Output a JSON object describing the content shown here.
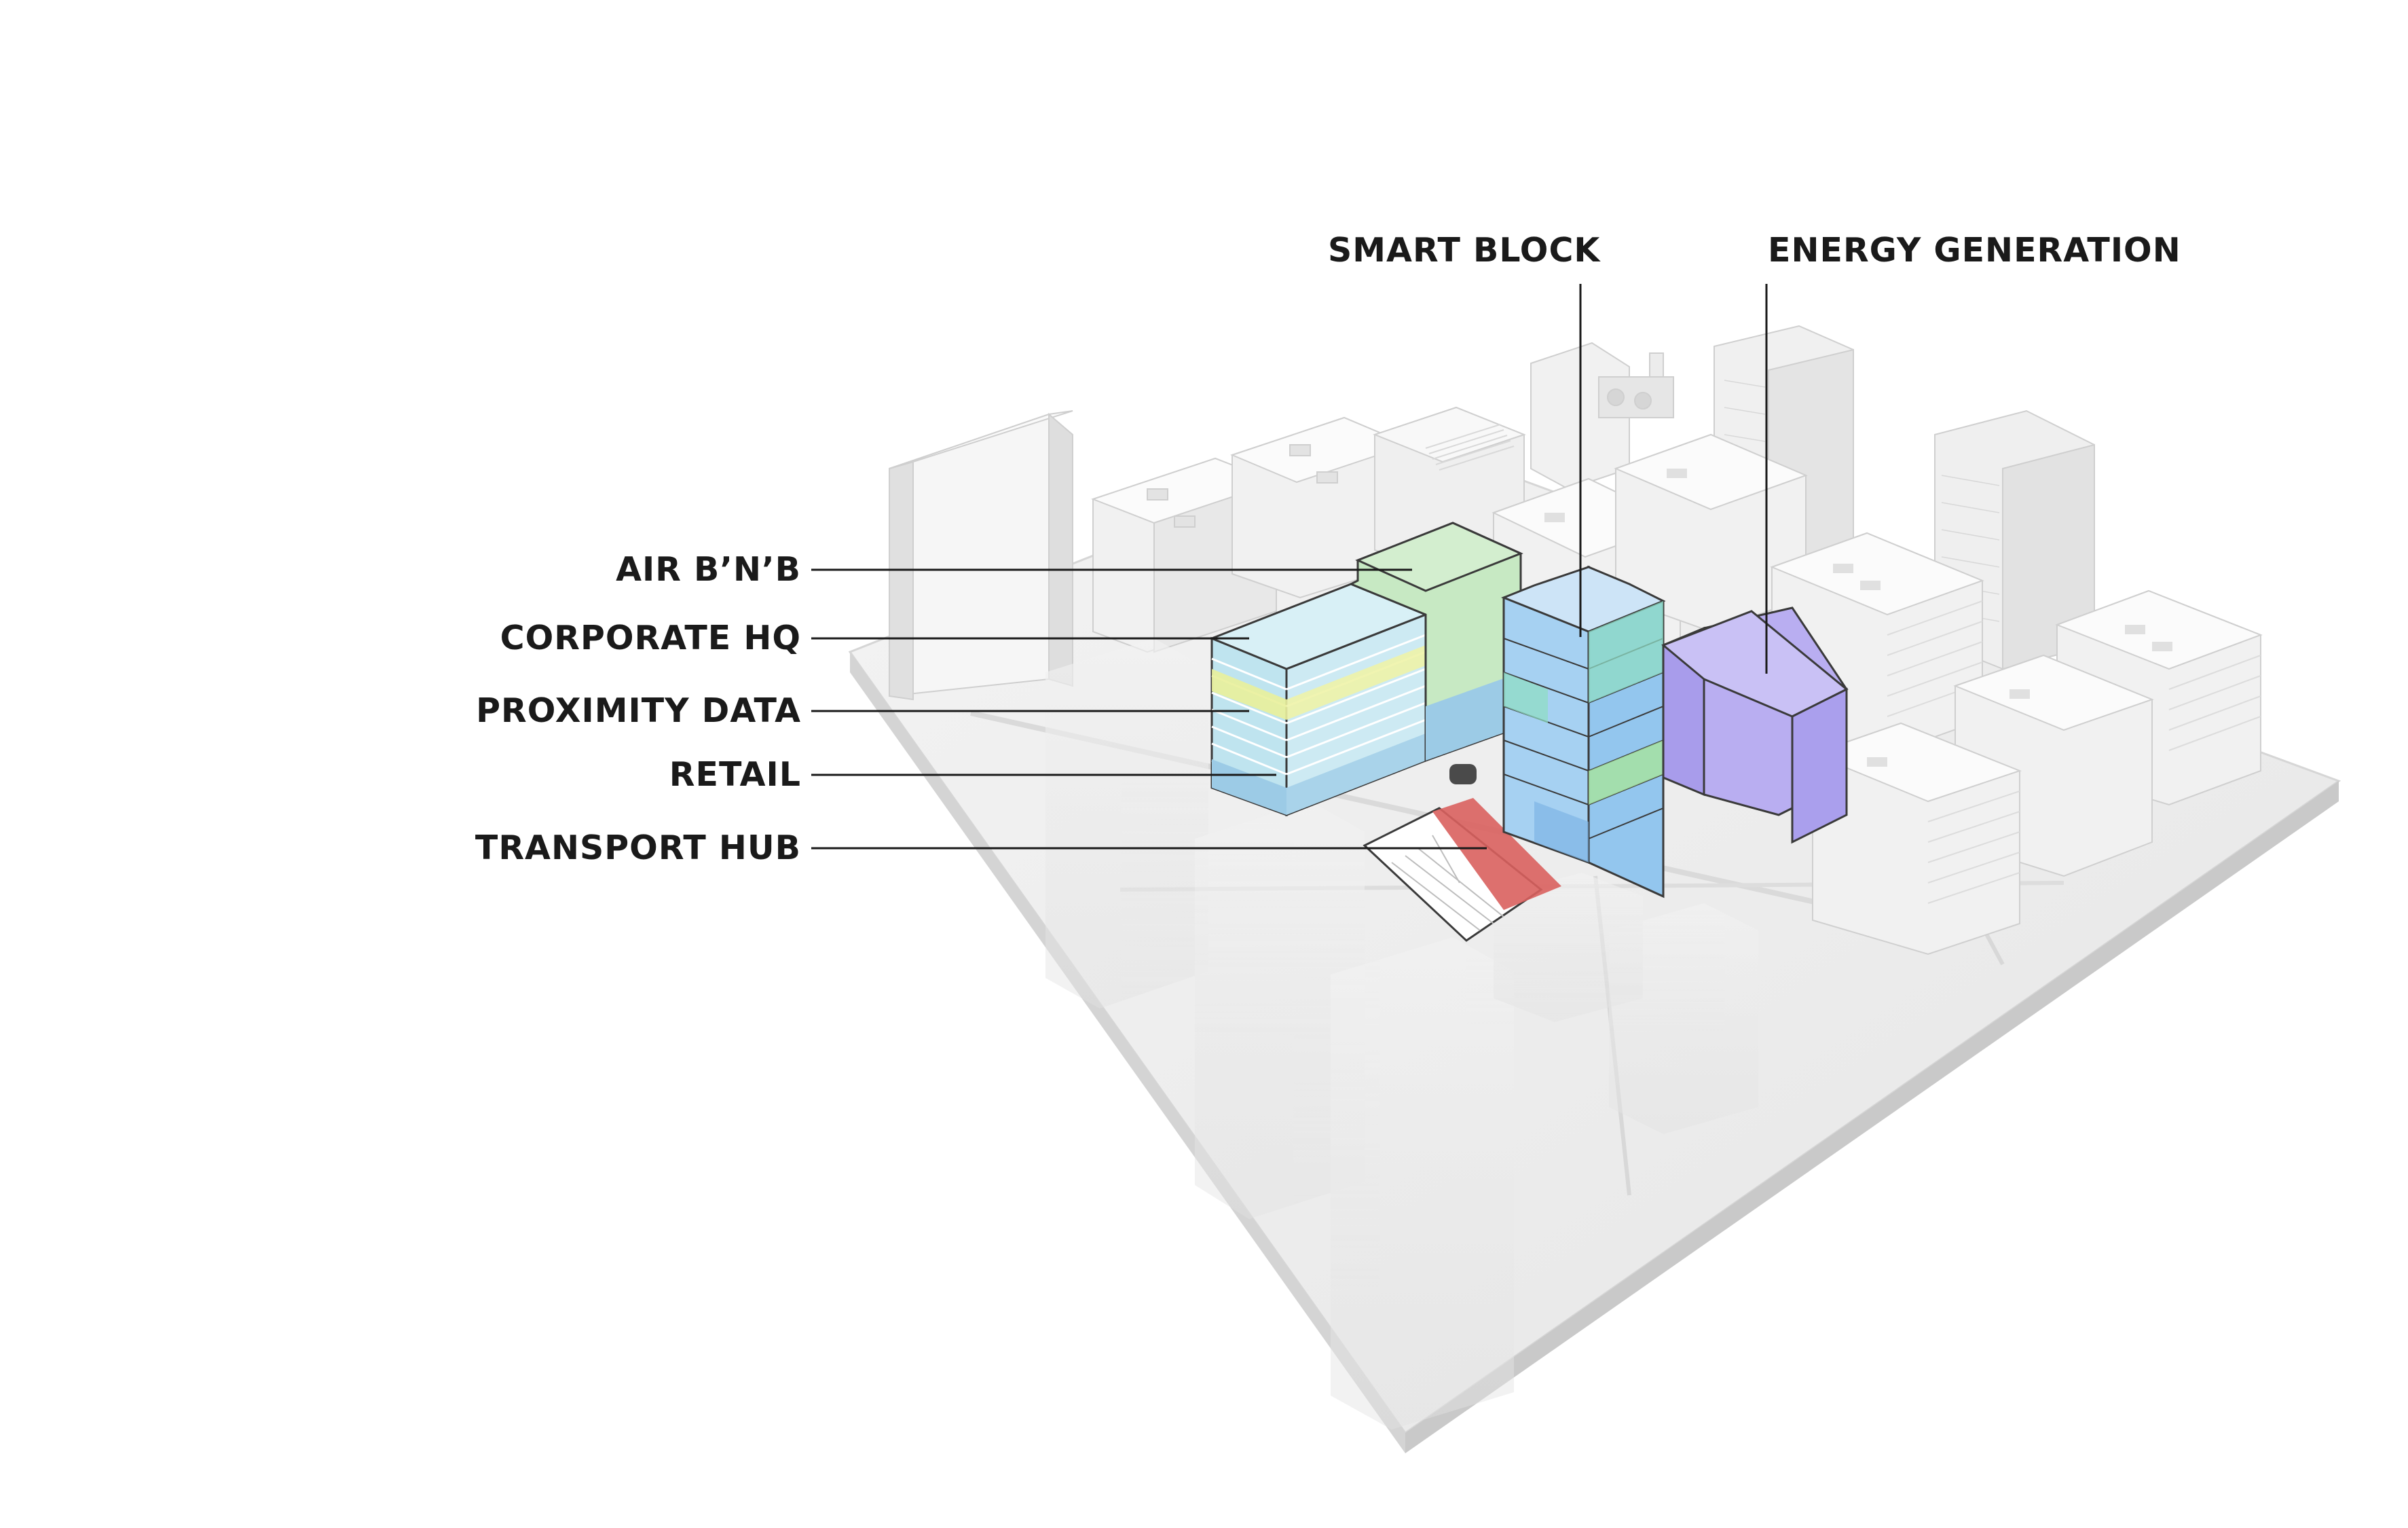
{
  "callouts": {
    "air_bnb": "AIR B’N’B",
    "corporate_hq": "CORPORATE HQ",
    "proximity_data": "PROXIMITY DATA",
    "retail": "RETAIL",
    "transport_hub": "TRANSPORT HUB",
    "smart_block": "SMART BLOCK",
    "energy_generation": "ENERGY GENERATION"
  },
  "colors": {
    "background": "#ffffff",
    "context_massing": "#ececec",
    "air_bnb": "#b7e3b5",
    "corporate_hq": "#bfe4ef",
    "proximity_data": "#e9ef9a",
    "retail": "#9ccbe6",
    "transport_hub": "#d9605e",
    "smart_block": "#8cc3ee",
    "energy_generation": "#b4a8ef",
    "leader_line": "#1a1a1a"
  }
}
